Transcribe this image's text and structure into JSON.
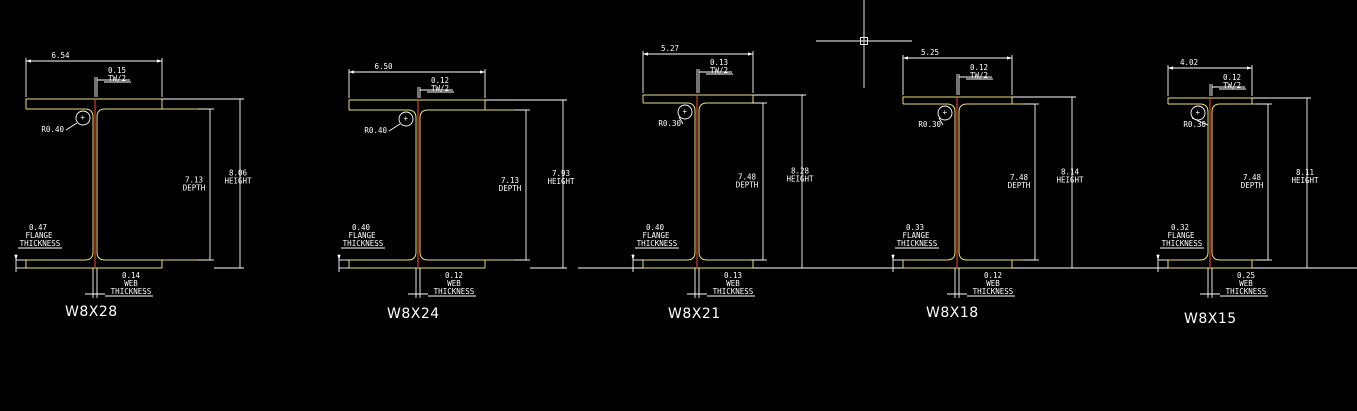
{
  "sections": [
    {
      "id": "w8x28",
      "title": "W8X28",
      "flange_width": "6.54",
      "half_web": "0.15",
      "half_web_label": "TW/2",
      "radius": "R0.40",
      "depth": "7.13",
      "depth_label": "DEPTH",
      "height": "8.06",
      "height_label": "HEIGHT",
      "flange_thk": "0.47",
      "flange_label_1": "FLANGE",
      "flange_label_2": "THICKNESS",
      "web_thk": "0.14",
      "web_label_1": "WEB",
      "web_label_2": "THICKNESS"
    },
    {
      "id": "w8x24",
      "title": "W8X24",
      "flange_width": "6.50",
      "half_web": "0.12",
      "half_web_label": "TW/2",
      "radius": "R0.40",
      "depth": "7.13",
      "depth_label": "DEPTH",
      "height": "7.93",
      "height_label": "HEIGHT",
      "flange_thk": "0.40",
      "flange_label_1": "FLANGE",
      "flange_label_2": "THICKNESS",
      "web_thk": "0.12",
      "web_label_1": "WEB",
      "web_label_2": "THICKNESS"
    },
    {
      "id": "w8x21",
      "title": "W8X21",
      "flange_width": "5.27",
      "half_web": "0.13",
      "half_web_label": "TW/2",
      "radius": "R0.30",
      "depth": "7.48",
      "depth_label": "DEPTH",
      "height": "8.28",
      "height_label": "HEIGHT",
      "flange_thk": "0.40",
      "flange_label_1": "FLANGE",
      "flange_label_2": "THICKNESS",
      "web_thk": "0.13",
      "web_label_1": "WEB",
      "web_label_2": "THICKNESS"
    },
    {
      "id": "w8x18",
      "title": "W8X18",
      "flange_width": "5.25",
      "half_web": "0.12",
      "half_web_label": "TW/2",
      "radius": "R0.30",
      "depth": "7.48",
      "depth_label": "DEPTH",
      "height": "8.14",
      "height_label": "HEIGHT",
      "flange_thk": "0.33",
      "flange_label_1": "FLANGE",
      "flange_label_2": "THICKNESS",
      "web_thk": "0.12",
      "web_label_1": "WEB",
      "web_label_2": "THICKNESS"
    },
    {
      "id": "w8x15",
      "title": "W8X15",
      "flange_width": "4.02",
      "half_web": "0.12",
      "half_web_label": "TW/2",
      "radius": "R0.30",
      "depth": "7.48",
      "depth_label": "DEPTH",
      "height": "8.11",
      "height_label": "HEIGHT",
      "flange_thk": "0.32",
      "flange_label_1": "FLANGE",
      "flange_label_2": "THICKNESS",
      "web_thk": "0.25",
      "web_label_1": "WEB",
      "web_label_2": "THICKNESS"
    }
  ]
}
